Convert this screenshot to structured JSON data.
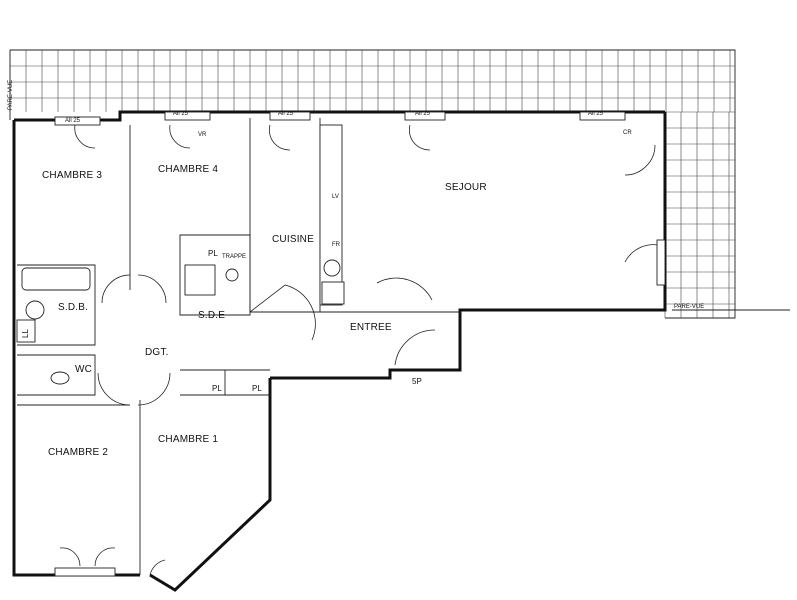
{
  "rooms": {
    "chambre3": "CHAMBRE 3",
    "chambre4": "CHAMBRE 4",
    "cuisine": "CUISINE",
    "sejour": "SEJOUR",
    "sdb": "S.D.B.",
    "sde": "S.D.E",
    "dgt": "DGT.",
    "entree": "ENTREE",
    "wc": "WC",
    "chambre2": "CHAMBRE 2",
    "chambre1": "CHAMBRE 1"
  },
  "labels": {
    "pl": "PL",
    "ll": "LL",
    "trappe": "TRAPPE",
    "all25": "All 25",
    "all15": "All 25",
    "cr": "CR",
    "vr": "VR",
    "parevue": "PARE-VUE",
    "parevue_v": "PARE-VUE",
    "fiveP": "5P",
    "lv": "LV",
    "fr": "FR"
  }
}
